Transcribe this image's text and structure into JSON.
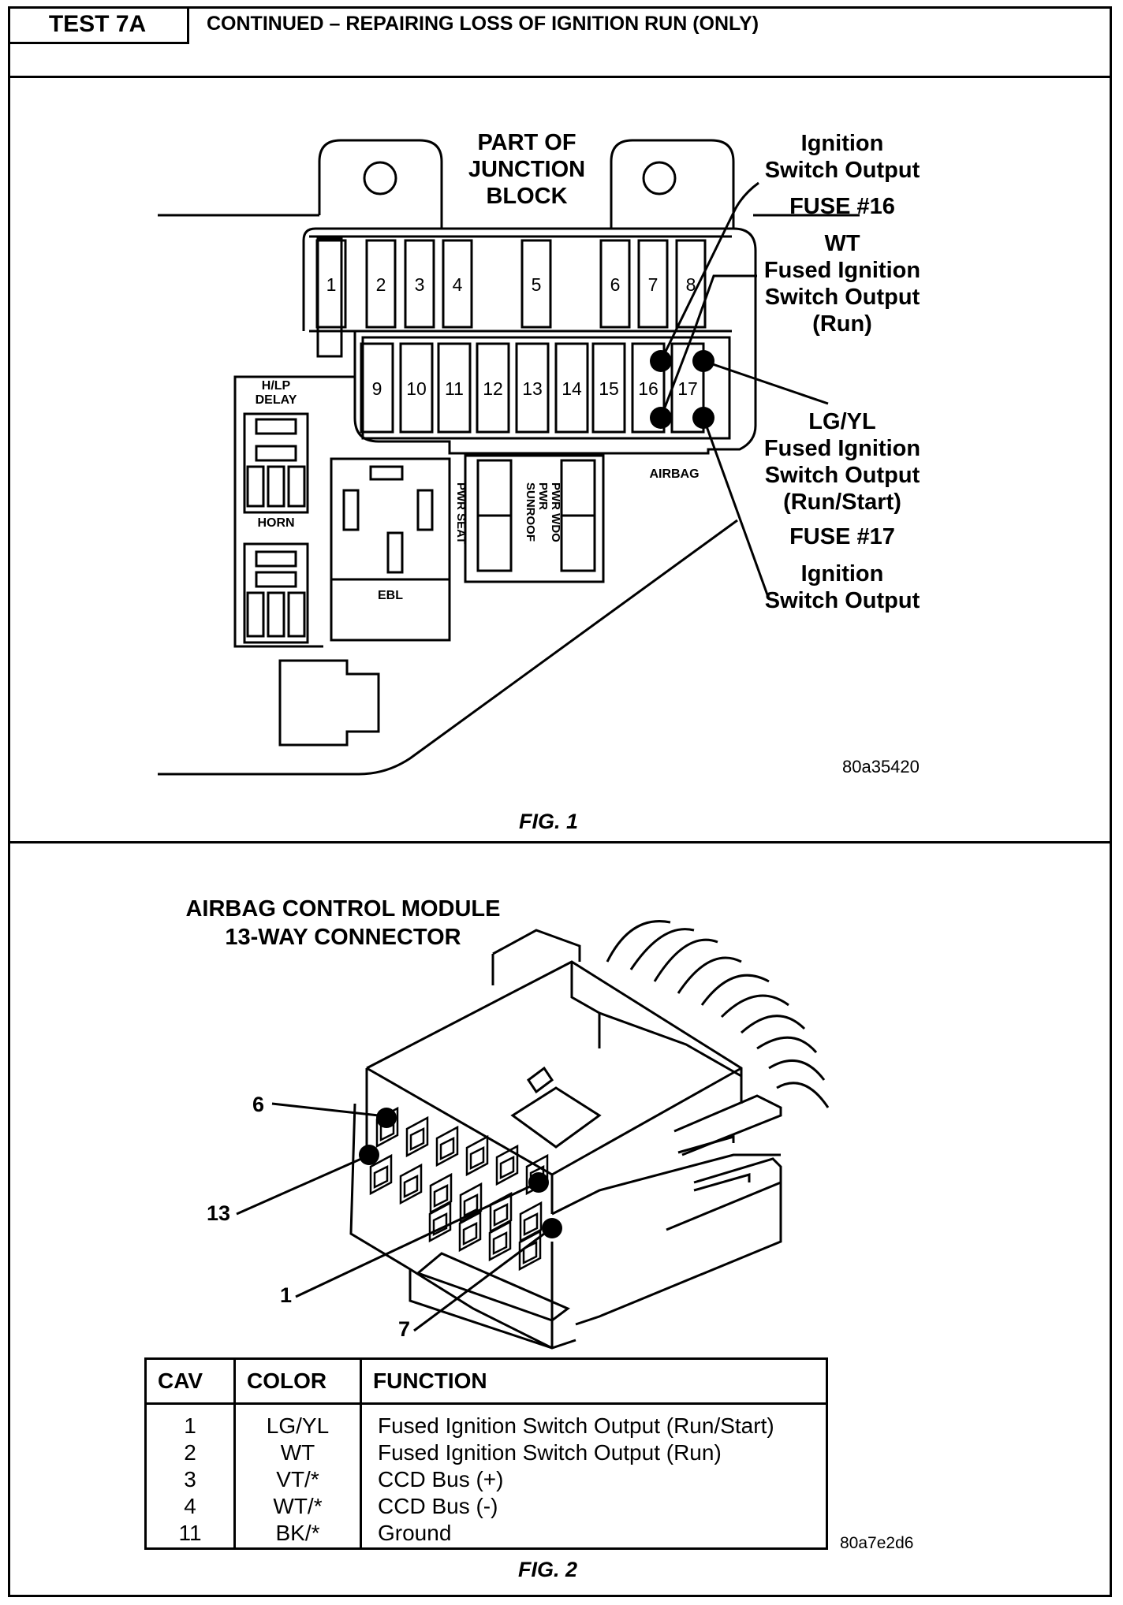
{
  "header": {
    "test_id": "TEST 7A",
    "title": "CONTINUED – REPAIRING LOSS OF IGNITION RUN (ONLY)"
  },
  "fig1": {
    "caption": "FIG. 1",
    "code": "80a35420",
    "block_label": [
      "PART OF",
      "JUNCTION",
      "BLOCK"
    ],
    "fuses_top": [
      "1",
      "2",
      "3",
      "4",
      "5",
      "6",
      "7",
      "8"
    ],
    "fuses_bottom": [
      "9",
      "10",
      "11",
      "12",
      "13",
      "14",
      "15",
      "16",
      "17"
    ],
    "labels": {
      "hlp_delay": [
        "H/LP",
        "DELAY"
      ],
      "horn": "HORN",
      "ebl": "EBL",
      "pwr_seat": "PWR SEAT",
      "pwr_wdo": [
        "PWR WDO",
        "PWR",
        "SUNROOF"
      ],
      "airbag": "AIRBAG"
    },
    "callouts": {
      "fuse16_top": [
        "Ignition",
        "Switch Output"
      ],
      "fuse16": "FUSE #16",
      "fuse16_color": "WT",
      "fuse16_func": [
        "Fused Ignition",
        "Switch Output",
        "(Run)"
      ],
      "fuse17_color": "LG/YL",
      "fuse17_func": [
        "Fused Ignition",
        "Switch Output",
        "(Run/Start)"
      ],
      "fuse17": "FUSE #17",
      "fuse17_bottom": [
        "Ignition",
        "Switch Output"
      ]
    }
  },
  "fig2": {
    "caption": "FIG. 2",
    "code": "80a7e2d6",
    "title": [
      "AIRBAG CONTROL MODULE",
      "13-WAY CONNECTOR"
    ],
    "pins": {
      "p6": "6",
      "p13": "13",
      "p1": "1",
      "p7": "7"
    },
    "table": {
      "headers": [
        "CAV",
        "COLOR",
        "FUNCTION"
      ],
      "rows": [
        {
          "cav": "1",
          "color": "LG/YL",
          "function": "Fused Ignition Switch Output (Run/Start)"
        },
        {
          "cav": "2",
          "color": "WT",
          "function": "Fused Ignition Switch Output (Run)"
        },
        {
          "cav": "3",
          "color": "VT/*",
          "function": "CCD Bus (+)"
        },
        {
          "cav": "4",
          "color": "WT/*",
          "function": "CCD Bus (-)"
        },
        {
          "cav": "11",
          "color": "BK/*",
          "function": "Ground"
        }
      ]
    }
  }
}
